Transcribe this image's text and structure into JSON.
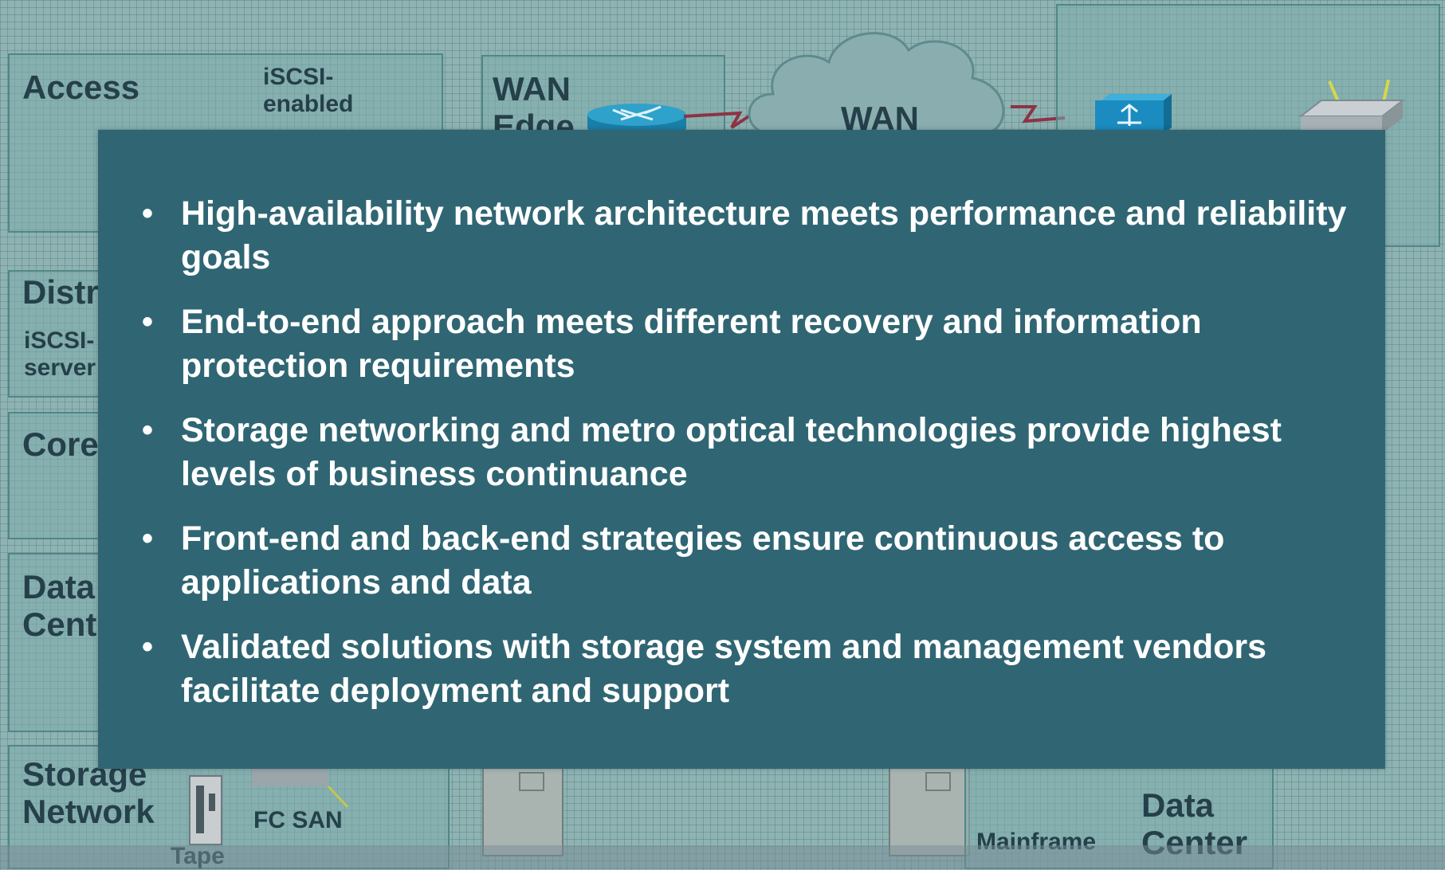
{
  "background": {
    "zones": {
      "access": "Access",
      "iscsi_enabled": "iSCSI-\nenabled",
      "wan_edge": "WAN\nEdge",
      "wan_cloud": "WAN",
      "distribution": "Distr",
      "iscsi_servers": "iSCSI-\nserver",
      "core": "Core",
      "data_center": "Data\nCent",
      "storage_network": "Storage\nNetwork",
      "fc_san": "FC SAN",
      "tape": "Tape",
      "mainframe": "Mainframe",
      "backup_data_center": "Data\nCenter"
    }
  },
  "slide": {
    "bullets": [
      "High-availability network architecture meets performance and reliability goals",
      "End-to-end approach meets different recovery and information protection requirements",
      "Storage networking and metro optical technologies provide highest levels of business continuance",
      "Front-end and back-end strategies ensure continuous access to applications and data",
      "Validated solutions with storage system and management vendors facilitate deployment and support"
    ]
  },
  "colors": {
    "overlay": "#306673",
    "grid_background": "#8fb3b3",
    "label_text": "#25404a",
    "bullet_text": "#ffffff"
  },
  "icons": [
    "router-icon",
    "wan-cloud-icon",
    "multilayer-switch-icon",
    "workgroup-switch-icon",
    "tape-library-icon",
    "storage-array-icon",
    "mainframe-icon"
  ]
}
